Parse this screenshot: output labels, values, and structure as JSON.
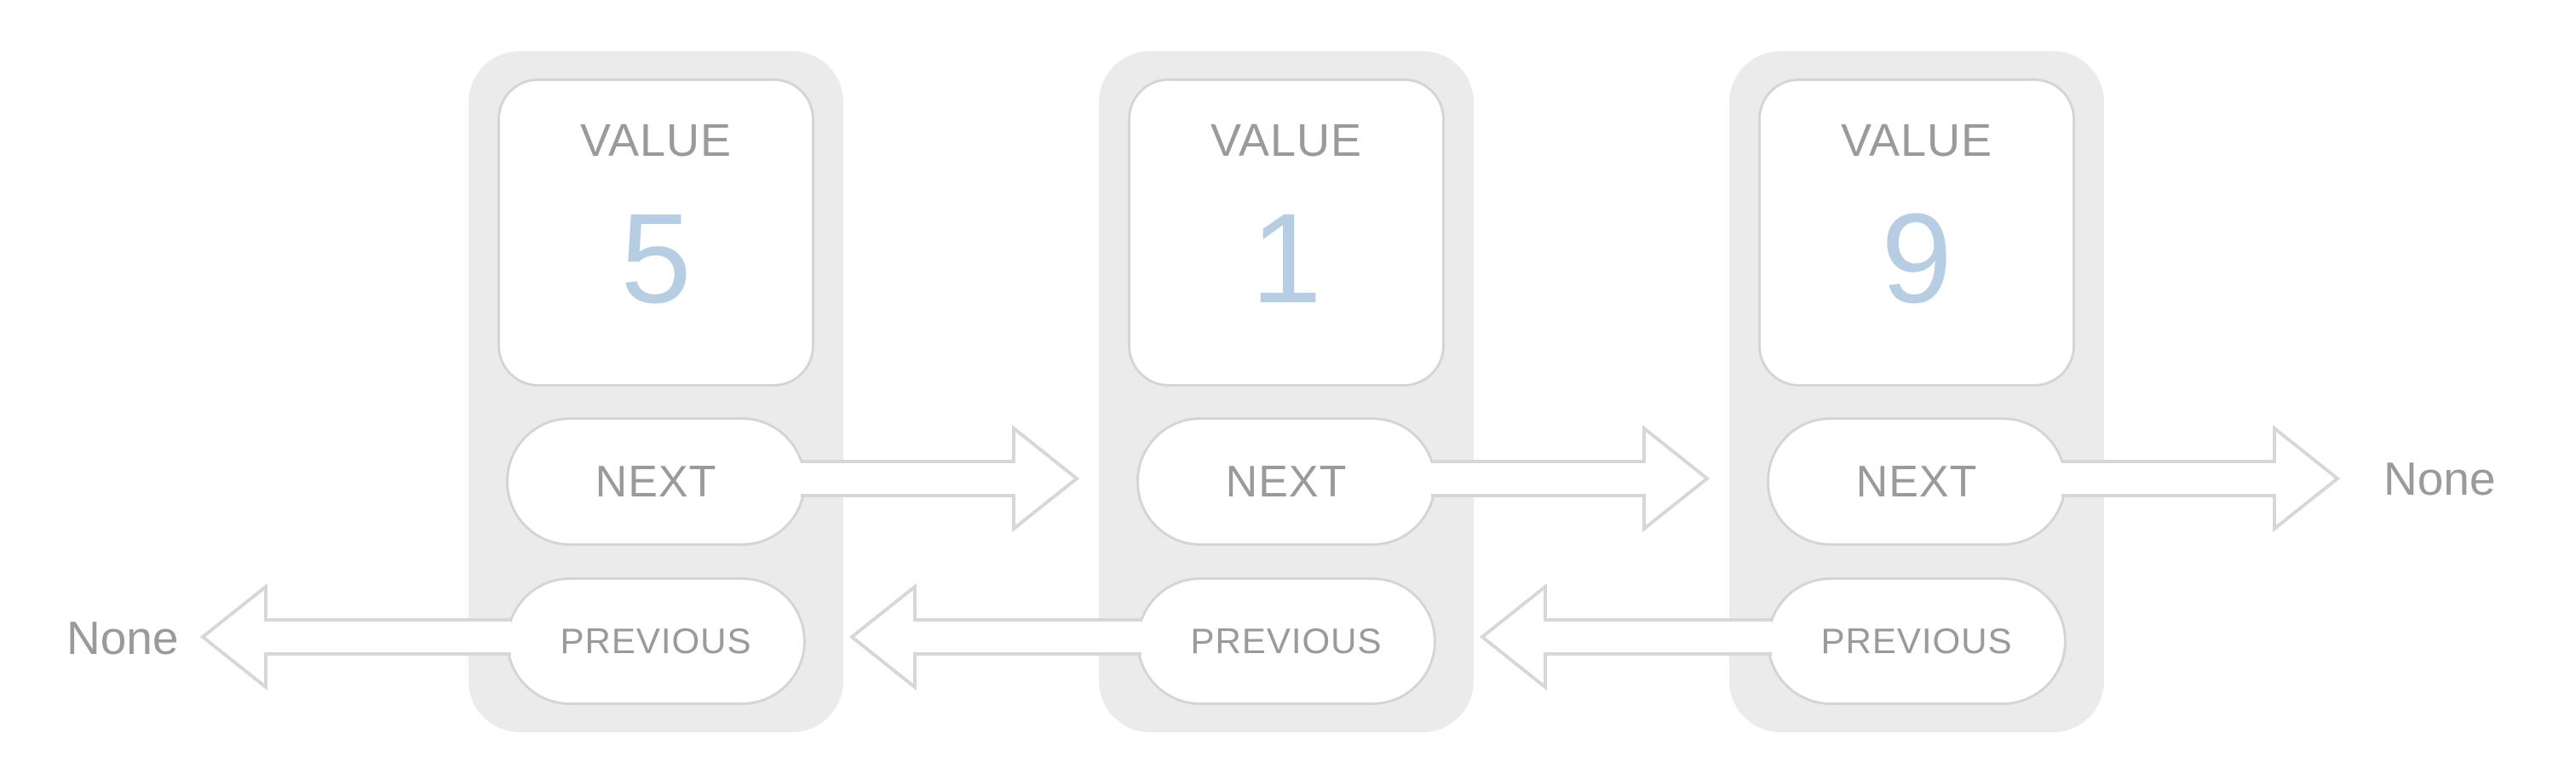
{
  "list": {
    "nodes": [
      {
        "value_label": "VALUE",
        "value": "5",
        "next_label": "NEXT",
        "prev_label": "PREVIOUS"
      },
      {
        "value_label": "VALUE",
        "value": "1",
        "next_label": "NEXT",
        "prev_label": "PREVIOUS"
      },
      {
        "value_label": "VALUE",
        "value": "9",
        "next_label": "NEXT",
        "prev_label": "PREVIOUS"
      }
    ],
    "head_prev_target": "None",
    "tail_next_target": "None"
  },
  "colors": {
    "page-bg": "#ffffff",
    "node-bg": "#ebebec",
    "box-border": "#d4d4d6",
    "label-text": "#9a9a9a",
    "value-text": "#b6cde4",
    "arrow-stroke": "#d7d7d9"
  }
}
